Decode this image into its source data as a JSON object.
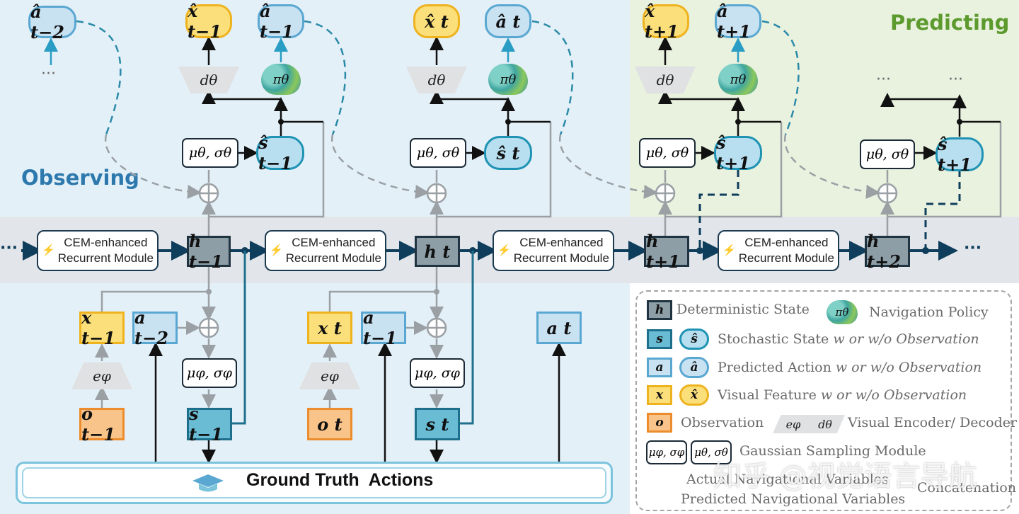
{
  "regions": {
    "observing": "Observing",
    "predicting": "Predicting"
  },
  "colors": {
    "observing_bg": "#e4f0f8",
    "predicting_bg": "#e9f1df",
    "observing_text": "#2d79ad",
    "predicting_text": "#5d9a2e",
    "band_bg": "#e2e6ea"
  },
  "cem_label_top": "CEM-enhanced",
  "cem_label_bottom": "Recurrent Module",
  "ellipsis": "···",
  "decoder": "dθ",
  "encoder": "eφ",
  "policy": "πθ",
  "gauss_prior": "μθ, σθ",
  "gauss_post": "μφ, σφ",
  "top_nodes": {
    "a_hat_tm2": "â t−2",
    "x_hat_tm1": "x̂ t−1",
    "a_hat_tm1": "â t−1",
    "x_hat_t": "x̂ t",
    "a_hat_t": "â t",
    "x_hat_tp1": "x̂ t+1",
    "a_hat_tp1": "â t+1"
  },
  "states": {
    "s_hat_tm1": "ŝ t−1",
    "s_hat_t": "ŝ t",
    "s_hat_tp1": "ŝ t+1",
    "s_hat_tp1_b": "ŝ t+1",
    "h_tm1": "h t−1",
    "h_t": "h t",
    "h_tp1": "h t+1",
    "h_tp2": "h t+2",
    "s_tm1": "s t−1",
    "s_t": "s t"
  },
  "inputs": {
    "x_tm1": "x t−1",
    "a_tm2": "a t−2",
    "o_tm1": "o t−1",
    "x_t": "x t",
    "a_tm1": "a t−1",
    "o_t": "o t",
    "a_t": "a t"
  },
  "ground_truth": "Ground Truth  Actions",
  "legend": {
    "deterministic": "Deterministic State",
    "policy": "Navigation Policy",
    "stochastic": "Stochastic State",
    "predicted_action": "Predicted Action",
    "visual_feature": "Visual Feature",
    "obs_suffix": "w or w/o Observation",
    "observation": "Observation",
    "enc_dec": "Visual Encoder/ Decoder",
    "gaussian": "Gaussian Sampling Module",
    "actual": "Actual Navigational Variables",
    "concat": "Concatenation",
    "predicted_vars": "Predicted Navigational Variables",
    "sym_h": "h",
    "sym_s": "s",
    "sym_s_hat": "ŝ",
    "sym_a": "a",
    "sym_a_hat": "â",
    "sym_x": "x",
    "sym_x_hat": "x̂",
    "sym_o": "o"
  },
  "watermark": "知乎 @视觉语言导航"
}
